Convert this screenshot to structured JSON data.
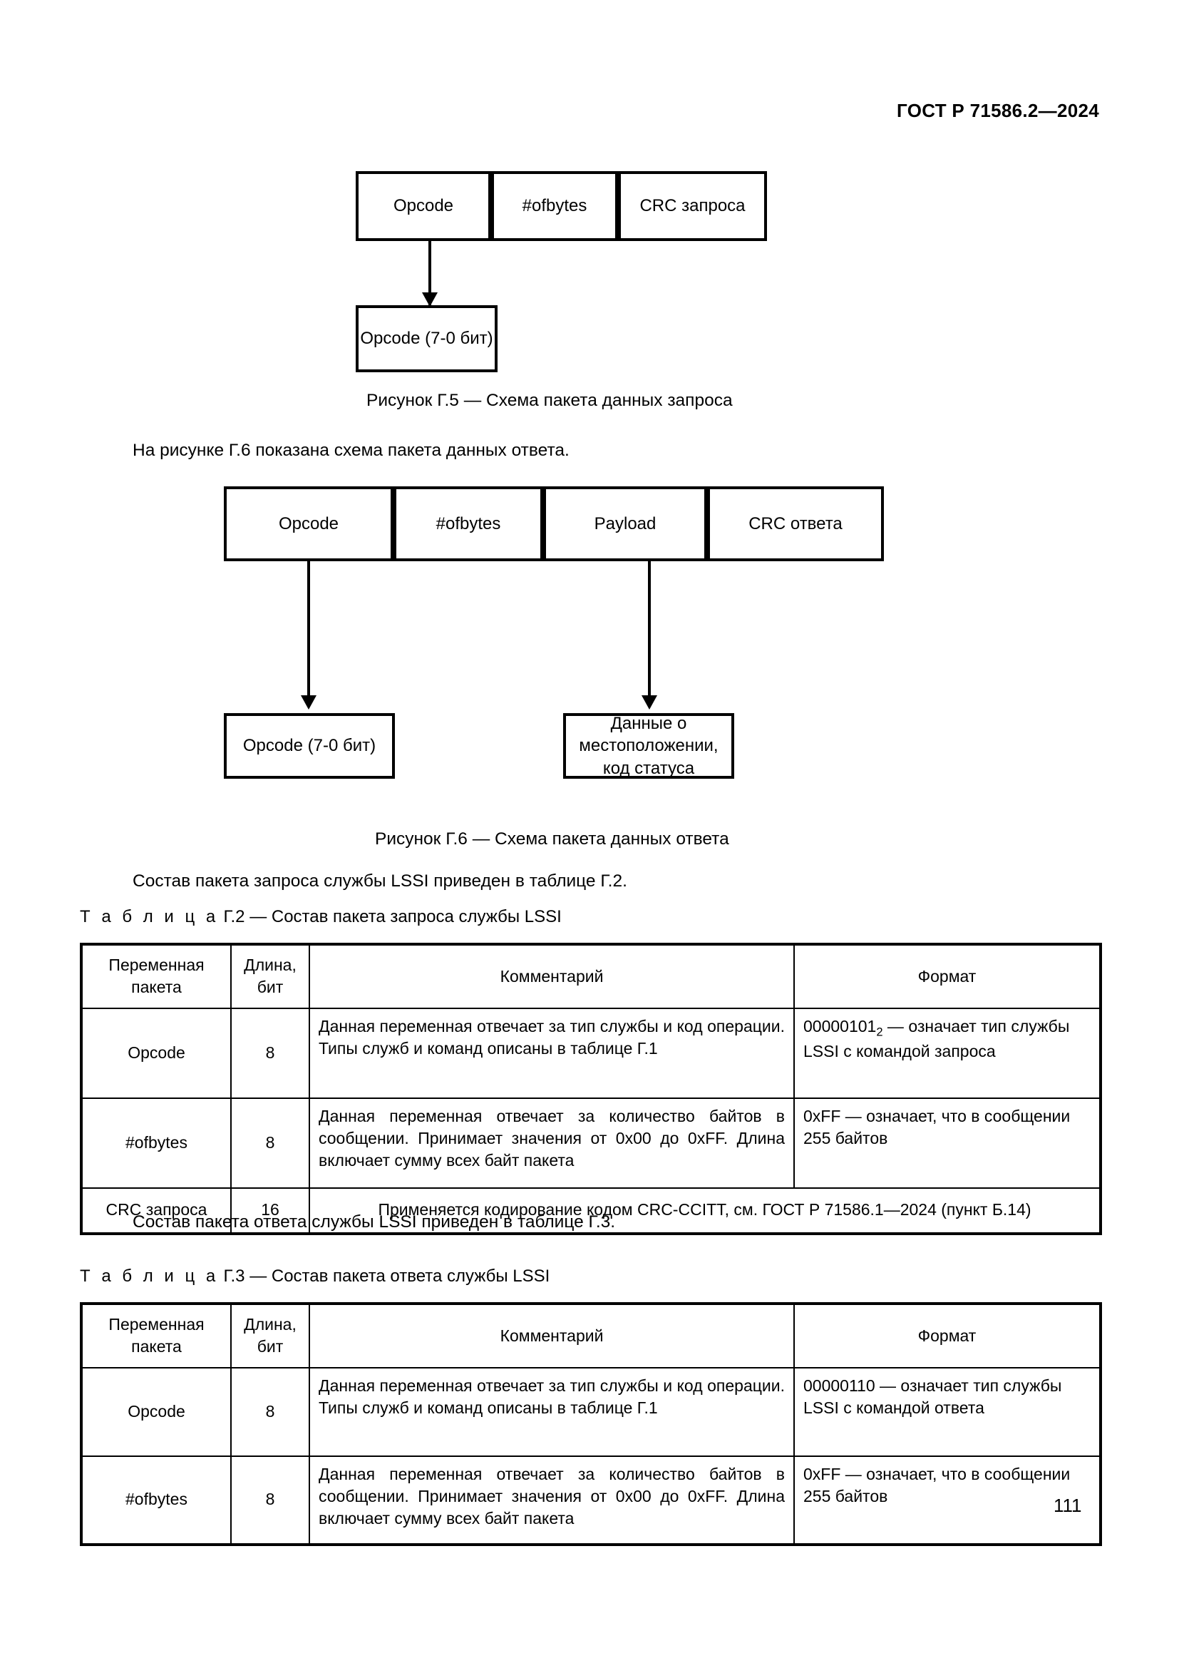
{
  "document": {
    "header_standard": "ГОСТ Р 71586.2—2024",
    "page_number": "111"
  },
  "figure_request": {
    "packet_boxes": [
      {
        "label": "Opcode"
      },
      {
        "label": "#ofbytes"
      },
      {
        "label": "CRC запроса"
      }
    ],
    "detail_box": "Opcode (7-0 бит)",
    "caption": "Рисунок Г.5 — Схема пакета данных запроса"
  },
  "intro_paragraph": "На рисунке Г.6 показана схема пакета данных ответа.",
  "figure_response": {
    "packet_boxes": [
      {
        "label": "Opcode"
      },
      {
        "label": "#ofbytes"
      },
      {
        "label": "Payload"
      },
      {
        "label": "CRC ответа"
      }
    ],
    "detail_box_opcode": "Opcode (7-0 бит)",
    "detail_box_payload_line1": "Данные о",
    "detail_box_payload_line2": "местоположении,",
    "detail_box_payload_line3": "код статуса",
    "caption": "Рисунок Г.6 — Схема пакета данных ответа"
  },
  "table_g2": {
    "lead_paragraph": "Состав пакета запроса службы LSSI приведен в таблице Г.2.",
    "title_prefix": "Т а б л и ц а",
    "title_rest": "Г.2 — Состав пакета запроса службы LSSI",
    "headers": {
      "variable": "Переменная\nпакета",
      "variable_l1": "Переменная",
      "variable_l2": "пакета",
      "length_l1": "Длина,",
      "length_l2": "бит",
      "comment": "Комментарий",
      "format": "Формат"
    },
    "rows": [
      {
        "variable": "Opcode",
        "length": "8",
        "comment": "Данная переменная отвечает за тип службы и код операции. Типы служб и команд описаны в таблице Г.1",
        "format_prefix": "00000101",
        "format_sub": "2",
        "format_suffix": " — означает тип службы LSSI с командой запроса",
        "spans": false
      },
      {
        "variable": "#ofbytes",
        "length": "8",
        "comment": "Данная переменная отвечает за количество байтов в сообщении. Принимает значения от 0x00 до 0xFF. Длина включает сумму всех байт пакета",
        "format": "0xFF — означает, что в сообщении 255 байтов",
        "spans": false
      },
      {
        "variable": "CRC запроса",
        "length": "16",
        "comment": "Применяется кодирование кодом CRC-CCITT, см. ГОСТ Р 71586.1—2024 (пункт Б.14)",
        "spans": true
      }
    ]
  },
  "table_g3": {
    "lead_paragraph": "Состав пакета ответа службы LSSI приведен в таблице Г.3.",
    "title_prefix": "Т а б л и ц а",
    "title_rest": "Г.3 — Состав пакета ответа службы LSSI",
    "headers": {
      "variable_l1": "Переменная",
      "variable_l2": "пакета",
      "length_l1": "Длина,",
      "length_l2": "бит",
      "comment": "Комментарий",
      "format": "Формат"
    },
    "rows": [
      {
        "variable": "Opcode",
        "length": "8",
        "comment": "Данная переменная отвечает за тип службы и код операции. Типы служб и команд описаны в таблице Г.1",
        "format": "00000110 — означает тип службы LSSI с командой ответа"
      },
      {
        "variable": "#ofbytes",
        "length": "8",
        "comment": "Данная переменная отвечает за количество байтов в сообщении. Принимает значения от 0x00 до 0xFF. Длина включает сумму всех байт пакета",
        "format": "0xFF — означает, что в сообщении 255 байтов"
      }
    ]
  }
}
